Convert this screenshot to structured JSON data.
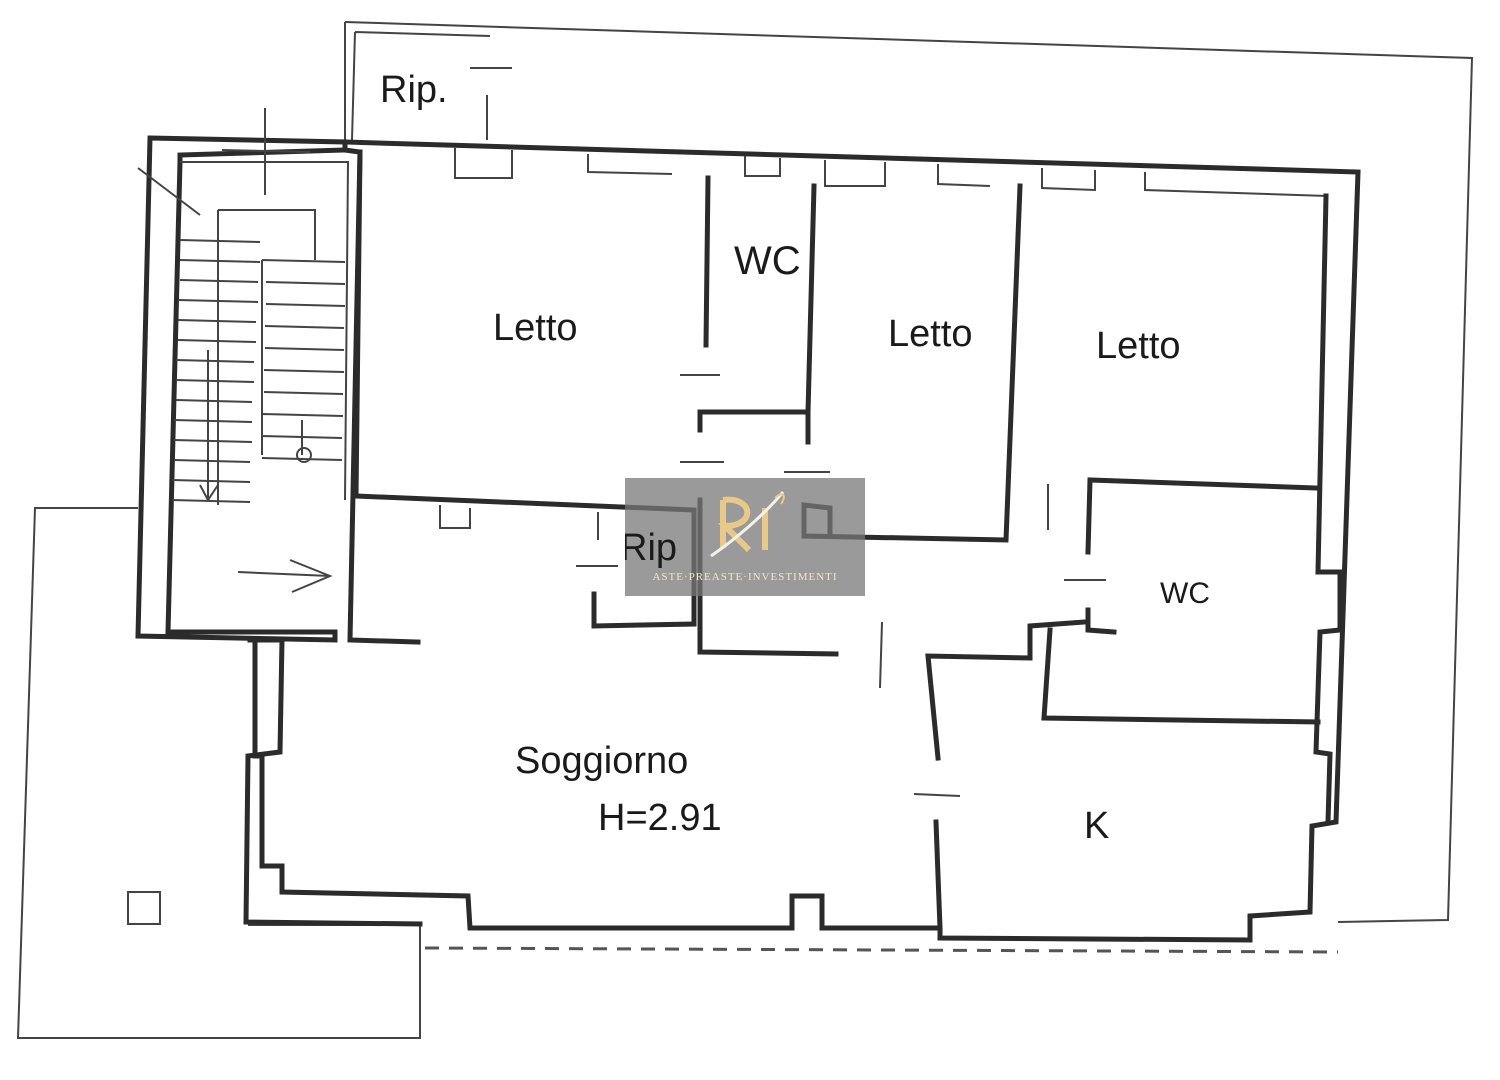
{
  "rooms": {
    "rip_top": "Rip.",
    "letto_1": "Letto",
    "wc_top": "WC",
    "letto_2": "Letto",
    "letto_3": "Letto",
    "rip_center": "Rip",
    "wc_right": "WC",
    "soggiorno": "Soggiorno",
    "soggiorno_height": "H=2.91",
    "kitchen": "K"
  },
  "watermark": {
    "text": "ASTE·PREASTE·INVESTIMENTI",
    "accent_color": "#e8c98a",
    "background_color": "#7a7a7a"
  }
}
